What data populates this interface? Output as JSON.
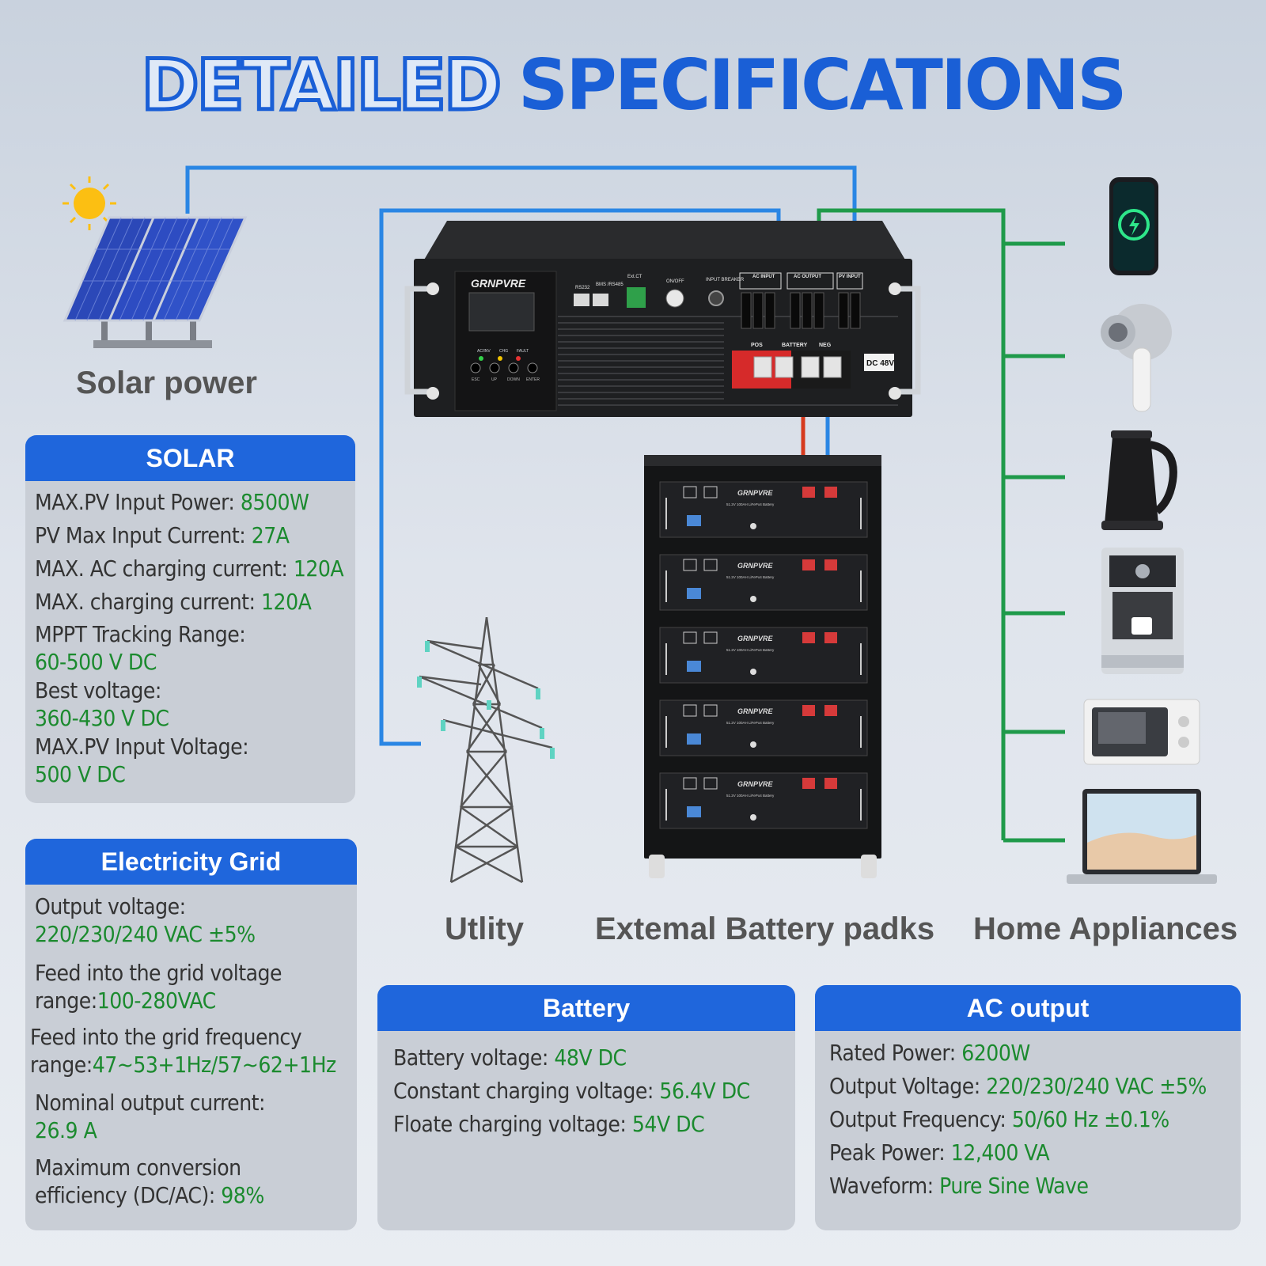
{
  "title": {
    "part1": "DETAILED",
    "part2": "SPECIFICATIONS"
  },
  "labels": {
    "solar_power": "Solar power",
    "utility": "Utlity",
    "battery_packs": "Extemal Battery padks",
    "home_appliances": "Home Appliances"
  },
  "inverter": {
    "brand": "GRNPVRE",
    "ports": [
      "RS232",
      "BMS /RS485",
      "Ext.CT",
      "ON/OFF",
      "INPUT BREAKER"
    ],
    "terminals": [
      "AC INPUT",
      "AC OUTPUT",
      "PV INPUT"
    ],
    "battery_terminals": [
      "POS",
      "BATTERY",
      "NEG"
    ],
    "dc_label": "DC 48V",
    "indicators": [
      "AC/INV",
      "CHG",
      "FAULT"
    ],
    "buttons": [
      "ESC",
      "UP",
      "DOWN",
      "ENTER"
    ]
  },
  "battery_module": {
    "brand": "GRNPVRE",
    "label": "51.2V 100AH LiFePo4 Battery",
    "count": 5
  },
  "solar": {
    "header": "SOLAR",
    "specs": [
      {
        "label": "MAX.PV Input Power: ",
        "value": "8500W"
      },
      {
        "label": "PV Max Input Current: ",
        "value": "27A"
      },
      {
        "label": "MAX. AC charging current: ",
        "value": "120A"
      },
      {
        "label": "MAX. charging current: ",
        "value": "120A"
      },
      {
        "label": "MPPT Tracking Range:",
        "value": "60-500 V DC"
      },
      {
        "label": "Best voltage:",
        "value": "360-430 V DC"
      },
      {
        "label": "MAX.PV Input Voltage:",
        "value": "500 V DC"
      }
    ]
  },
  "grid": {
    "header": "Electricity Grid",
    "specs": [
      {
        "label": "Output voltage:",
        "value": "220/230/240 VAC ±5%"
      },
      {
        "label1": "Feed into the grid voltage",
        "label2": "range:",
        "value": "100-280VAC"
      },
      {
        "label1": "Feed into the grid frequency",
        "label2": "range:",
        "value": "47~53+1Hz/57~62+1Hz"
      },
      {
        "label": "Nominal output current:",
        "value": "26.9 A"
      },
      {
        "label1": "Maximum conversion",
        "label2": "efficiency (DC/AC): ",
        "value": "98%"
      }
    ]
  },
  "battery": {
    "header": "Battery",
    "specs": [
      {
        "label": "Battery voltage: ",
        "value": "48V DC"
      },
      {
        "label": "Constant charging voltage: ",
        "value": "56.4V DC"
      },
      {
        "label": "Floate charging voltage: ",
        "value": "54V DC"
      }
    ]
  },
  "ac_output": {
    "header": "AC output",
    "specs": [
      {
        "label": "Rated Power: ",
        "value": "6200W"
      },
      {
        "label": "Output Voltage: ",
        "value": "220/230/240 VAC ±5%"
      },
      {
        "label": "Output Frequency: ",
        "value": "50/60 Hz ±0.1%"
      },
      {
        "label": "Peak Power: ",
        "value": "12,400 VA"
      },
      {
        "label": "Waveform: ",
        "value": "Pure Sine Wave"
      }
    ]
  },
  "colors": {
    "accent": "#1f66dc",
    "value_green": "#1b8a2e",
    "wire_blue": "#2a86e4",
    "wire_green": "#1f9a4a",
    "wire_red": "#d63a1e"
  }
}
